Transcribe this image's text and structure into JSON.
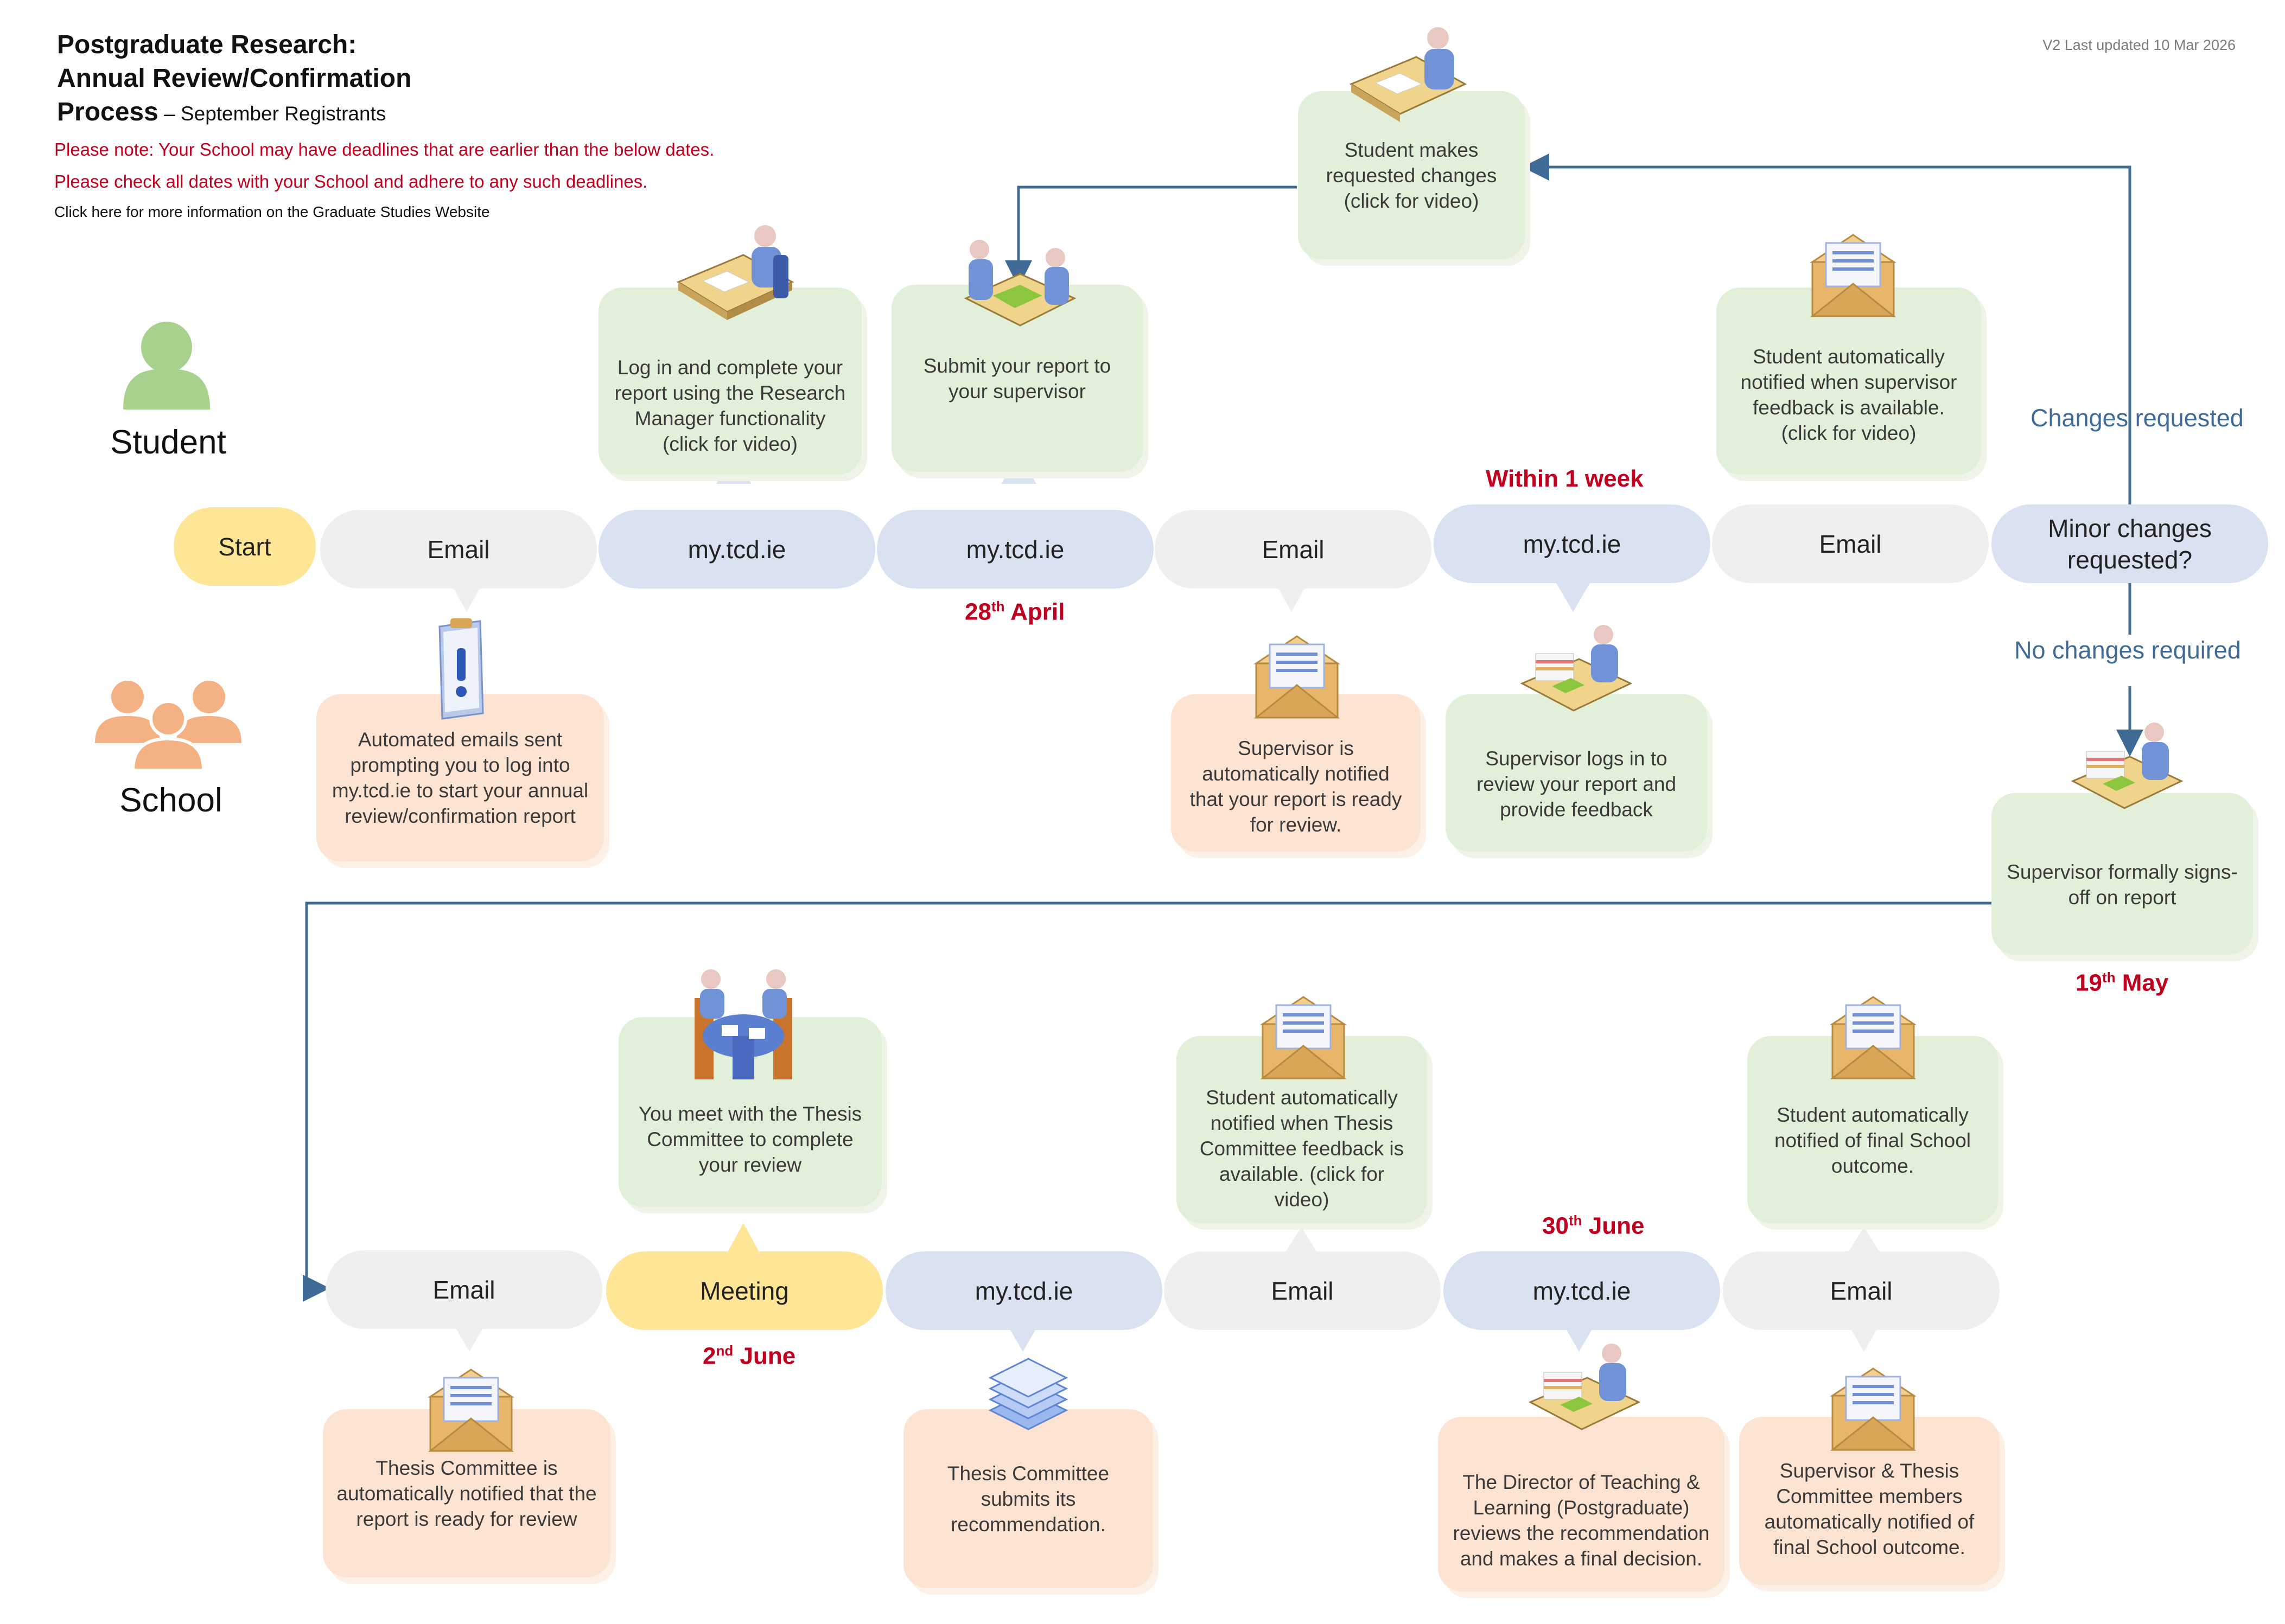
{
  "header": {
    "title_line1": "Postgraduate Research:",
    "title_line2": "Annual Review/Confirmation",
    "title_line3": "Process",
    "title_suffix": " – September Registrants",
    "note1": "Please note: Your School may have deadlines that are earlier than the below dates.",
    "note2": "Please check all dates with your School and adhere to any such deadlines.",
    "info_link": "Click here for more information on the Graduate Studies Website",
    "version": "V2 Last updated 10 Mar 2026"
  },
  "lanes": {
    "student": "Student",
    "school": "School"
  },
  "colors": {
    "green_box": "#e2efd9",
    "orange_box": "#fde3d2",
    "grey_pill": "#efefef",
    "blue_pill": "#dae2f2",
    "yellow_pill": "#ffe596",
    "date_red": "#c0001e",
    "arrow_blue": "#3f6b96"
  },
  "row1": {
    "start": "Start",
    "email1": "Email",
    "portal1": "my.tcd.ie",
    "portal2": "my.tcd.ie",
    "email2": "Email",
    "portal3": "my.tcd.ie",
    "email3": "Email",
    "decision": "Minor changes requested?",
    "student_login": "Log in and complete your report using the Research Manager functionality (click for video)",
    "student_submit": "Submit your report to your supervisor",
    "student_notified": "Student automatically notified when supervisor feedback is available. (click for video)",
    "student_changes": "Student makes requested changes (click for video)",
    "school_automated": "Automated emails sent prompting you to log into my.tcd.ie to start your annual review/confirmation report",
    "school_supervisor_notified": "Supervisor is automatically notified that your report is ready for review.",
    "school_supervisor_logs": "Supervisor logs in to review your report and provide feedback",
    "school_signoff": "Supervisor formally signs-off on report",
    "label_changes": "Changes requested",
    "label_no_changes": "No changes required",
    "date_april_day": "28",
    "date_april_sup": "th",
    "date_april_month": " April",
    "date_week": "Within 1 week",
    "date_may_day": "19",
    "date_may_sup": "th",
    "date_may_month": " May"
  },
  "row2": {
    "email1": "Email",
    "meeting": "Meeting",
    "portal1": "my.tcd.ie",
    "email2": "Email",
    "portal2": "my.tcd.ie",
    "email3": "Email",
    "student_meet": "You meet with the Thesis Committee to complete your review",
    "student_notified": "Student automatically notified when Thesis Committee feedback is available. (click for video)",
    "student_final": "Student automatically notified of final School outcome.",
    "school_committee_notified": "Thesis Committee is automatically notified that the report is ready for review",
    "school_committee_submits": "Thesis Committee submits its recommendation.",
    "school_director": "The Director of Teaching & Learning (Postgraduate) reviews the recommendation and makes a final decision.",
    "school_final": "Supervisor & Thesis Committee members automatically notified  of final School outcome.",
    "date_june2_day": "2",
    "date_june2_sup": "nd",
    "date_june2_month": " June",
    "date_june30_day": "30",
    "date_june30_sup": "th",
    "date_june30_month": " June"
  },
  "icons": [
    "student-person-icon",
    "school-group-icon",
    "person-at-desk-icon",
    "two-people-meeting-icon",
    "envelope-icon",
    "alert-clipboard-icon",
    "paper-stack-desk-icon",
    "committee-table-icon",
    "document-stack-icon"
  ]
}
